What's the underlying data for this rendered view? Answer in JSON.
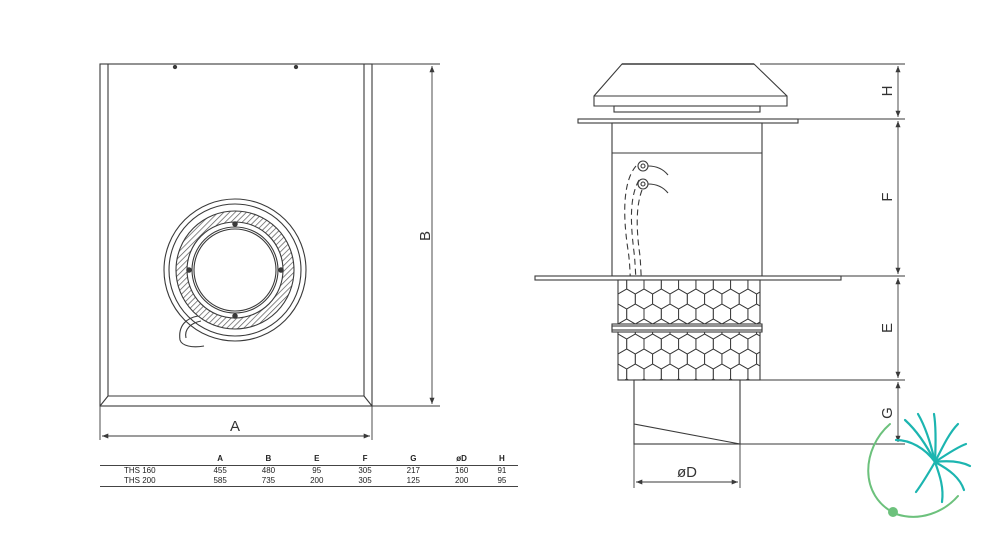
{
  "dimension_labels": {
    "front_width": "A",
    "front_height": "B",
    "section_h": "H",
    "section_f": "F",
    "section_e": "E",
    "section_g": "G",
    "duct_diameter": "øD"
  },
  "spec_table": {
    "columns": [
      "",
      "A",
      "B",
      "E",
      "F",
      "G",
      "øD",
      "H"
    ],
    "rows": [
      {
        "model": "THS 160",
        "values": [
          "455",
          "480",
          "95",
          "305",
          "217",
          "160",
          "91"
        ]
      },
      {
        "model": "THS 200",
        "values": [
          "585",
          "735",
          "200",
          "305",
          "125",
          "200",
          "95"
        ]
      }
    ]
  },
  "colors": {
    "line": "#3a3a3a",
    "logo_teal": "#1cb5b0",
    "logo_green": "#6cc17c"
  },
  "icons": [
    "brand-logo-icon"
  ]
}
